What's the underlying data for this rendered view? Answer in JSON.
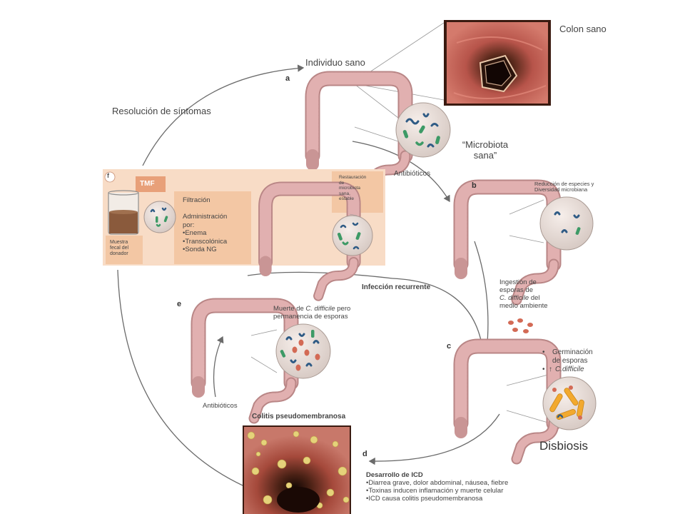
{
  "labels": {
    "colon_sano": "Colon sano",
    "individuo_sano": "Individuo sano",
    "resolucion": "Resolución de síntomas",
    "microbiota_l1": "“Microbiota",
    "microbiota_l2": "sana”",
    "antibioticos_top": "Antibióticos",
    "reduccion_l1": "Reducción de especies y",
    "reduccion_l2": "Diversidad microbiana",
    "ingestion_l1": "Ingestión de",
    "ingestion_l2": "esporas de",
    "ingestion_l3a": "C. difficile",
    "ingestion_l3b": " del",
    "ingestion_l4": "medio ambiente",
    "germinacion_l1": "Germinación",
    "germinacion_l2": "de esporas",
    "cdiff": "C.difficile",
    "disbiosis": "Disbiosis",
    "infeccion": "Infección recurrente",
    "muerte_a": "Muerte de ",
    "muerte_b": "C. difficile",
    "muerte_c": " pero",
    "muerte_l2": "permanencia de esporas",
    "antibioticos_bottom": "Antibióticos",
    "colitis": "Colitis pseudomembranosa"
  },
  "steps": {
    "a": "a",
    "b": "b",
    "c": "c",
    "d": "d",
    "e": "e",
    "f": "f"
  },
  "fmt": {
    "tag": "TMF",
    "filtracion": "Filtración",
    "admin_l1": "Administración",
    "admin_l2": "por:",
    "enema": "•Enema",
    "transcolonica": "•Transcolónica",
    "sonda": "•Sonda NG",
    "donor_l1": "Muestra",
    "donor_l2": "fecal del",
    "donor_l3": "donador",
    "rest_l1": "Restauración",
    "rest_l2": "de",
    "rest_l3": "microbiota",
    "rest_l4": "sana,",
    "rest_l5": "estable"
  },
  "icd": {
    "title": "Desarrollo de ICD",
    "items": [
      "•Diarrea grave, dolor abdominal, náusea, fiebre",
      "•Toxinas inducen inflamación y muerte celular",
      "•ICD causa colitis pseudomembranosa"
    ]
  },
  "colors": {
    "colon": "#d9a6a6",
    "bacteria_blue": "#2f5b85",
    "bacteria_green": "#3d9a66",
    "spore": "#d36a55",
    "fmt_bg": "#f3c7a4",
    "tmf_tag": "#e8a079",
    "arrow": "#6b6b6b"
  }
}
